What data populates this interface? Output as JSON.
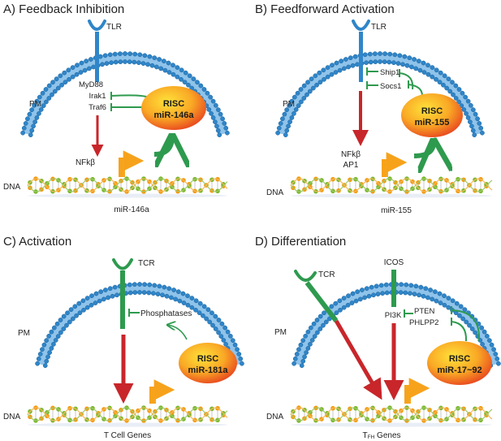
{
  "panels": {
    "A": {
      "title": "A)  Feedback Inhibition",
      "receptor": "TLR",
      "pm": "PM",
      "adapters": [
        "MyD88",
        "Irak1",
        "Traf6"
      ],
      "tf": "NFkβ",
      "risc": [
        "RISC",
        "miR-146a"
      ],
      "dna": "DNA",
      "gene": "miR-146a"
    },
    "B": {
      "title": "B)  Feedforward Activation",
      "receptor": "TLR",
      "pm": "PM",
      "inhibitors": [
        "Ship1",
        "Socs1"
      ],
      "tf": [
        "NFkβ",
        "AP1"
      ],
      "risc": [
        "RISC",
        "miR-155"
      ],
      "dna": "DNA",
      "gene": "miR-155"
    },
    "C": {
      "title": "C)  Activation",
      "receptor": "TCR",
      "pm": "PM",
      "target": "Phosphatases",
      "risc": [
        "RISC",
        "miR-181a"
      ],
      "dna": "DNA",
      "gene": "T Cell Genes"
    },
    "D": {
      "title": "D)  Differentiation",
      "receptor": "TCR",
      "receptor2": "ICOS",
      "pm": "PM",
      "kinase": "PI3K",
      "targets": [
        "PTEN",
        "PHLPP2"
      ],
      "risc": [
        "RISC",
        "miR-17~92"
      ],
      "dna": "DNA",
      "gene_main": "T",
      "gene_sub": "FH",
      "gene_tail": " Genes"
    }
  },
  "colors": {
    "membrane": "#2f86c9",
    "membrane_dark": "#1a5f98",
    "receptor_blue": "#2f86c9",
    "receptor_green": "#2e9a4e",
    "arrow_red": "#c8262a",
    "inhibit_green": "#2e9a4e",
    "risc_outer": "#e84a1f",
    "risc_inner": "#ffd21a",
    "promoter_orange": "#f7a21b",
    "dna_green": "#7cb82f",
    "dna_orange": "#f39c12"
  }
}
